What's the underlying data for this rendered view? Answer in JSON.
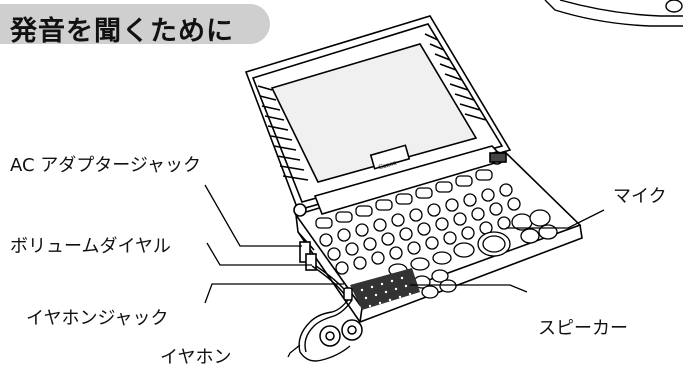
{
  "title": "発音を聞くために",
  "brand": "Canon",
  "labels": {
    "ac_adapter": "AC アダプタージャック",
    "volume": "ボリュームダイヤル",
    "earphone_jack": "イヤホンジャック",
    "earphone": "イヤホン",
    "microphone": "マイク",
    "speaker": "スピーカー"
  }
}
